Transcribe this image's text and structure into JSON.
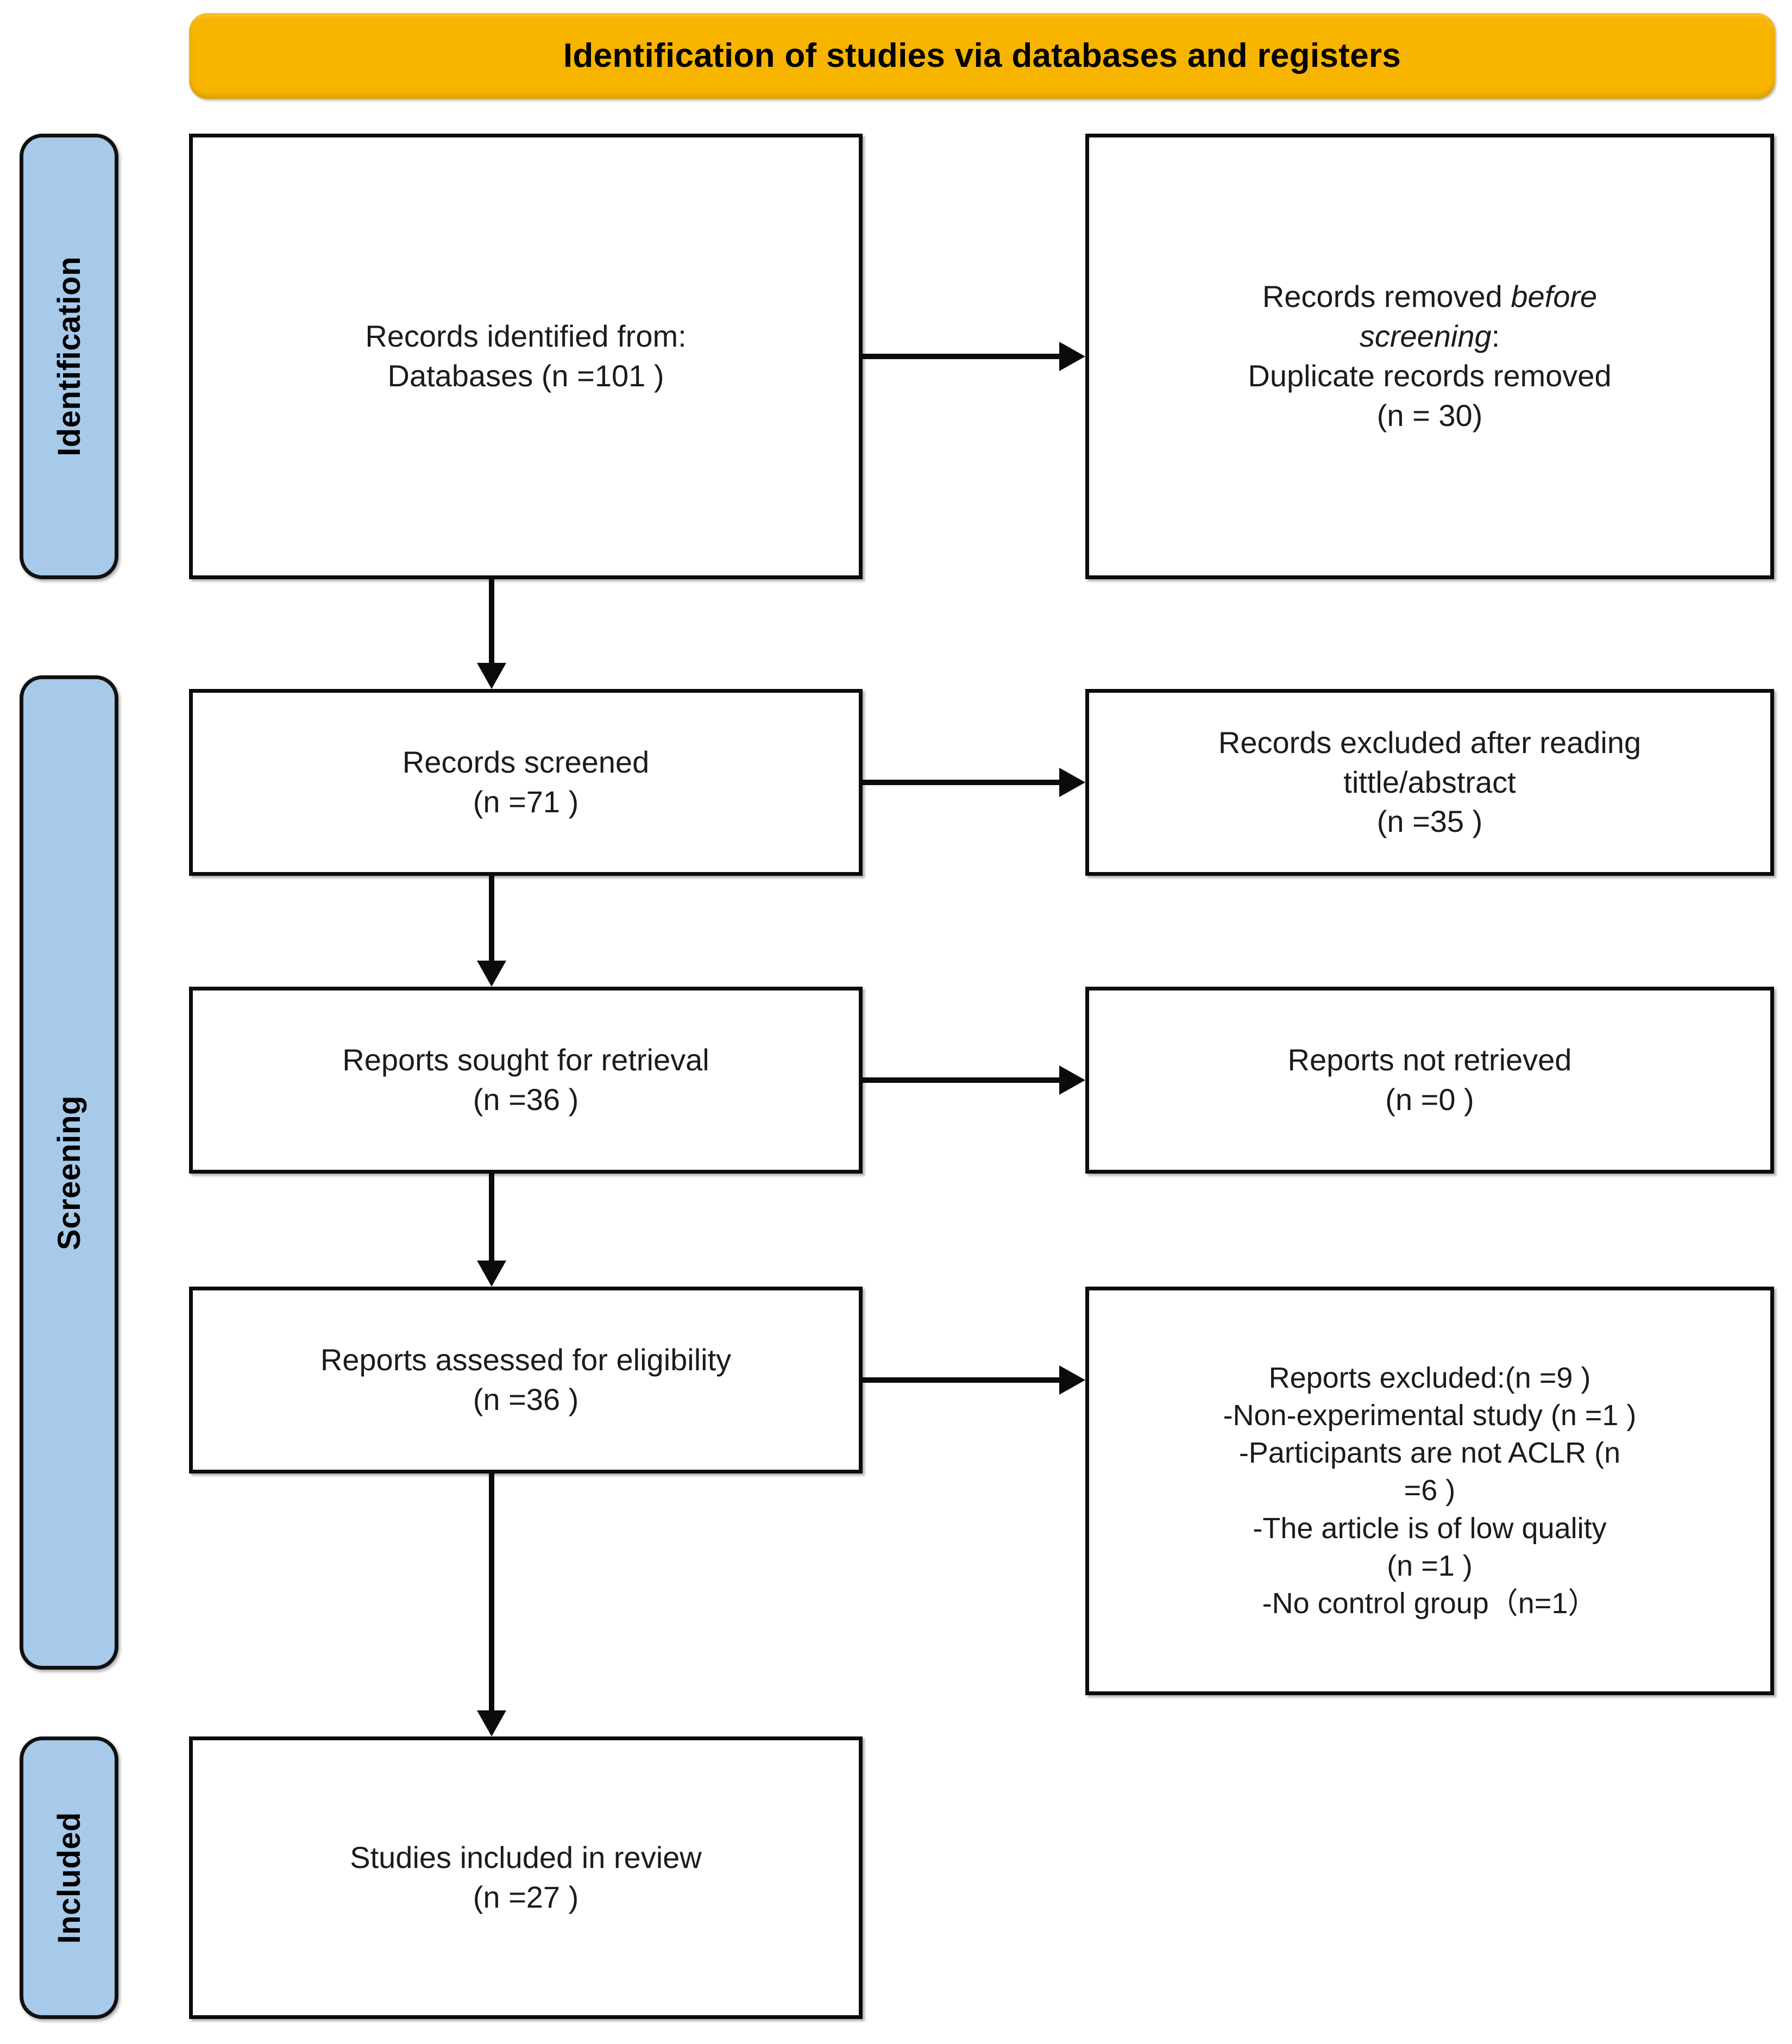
{
  "banner": {
    "title": "Identification of studies via databases and registers"
  },
  "colors": {
    "banner_fill": "#F7B500",
    "stage_fill": "#A7C9EA",
    "box_border": "#0B0B0B",
    "box_fill": "#FFFFFF",
    "text": "#1B1B1B"
  },
  "stages": [
    {
      "id": "identification",
      "label": "Identification"
    },
    {
      "id": "screening",
      "label": "Screening"
    },
    {
      "id": "included",
      "label": "Included"
    }
  ],
  "boxes": {
    "identified": {
      "line1": "Records identified from:",
      "line2": "Databases (n =101 )"
    },
    "removed": {
      "line1_prefix": "Records removed ",
      "line1_italic": "before",
      "line2_italic": "screening",
      "line2_suffix": ":",
      "line3": "Duplicate records removed",
      "line4": "(n = 30)"
    },
    "screened": {
      "line1": "Records screened",
      "line2": "(n =71 )"
    },
    "excluded_title_abstract": {
      "line1": "Records excluded after reading",
      "line2": "tittle/abstract",
      "line3": "(n =35 )"
    },
    "sought": {
      "line1": "Reports sought for retrieval",
      "line2": "(n =36 )"
    },
    "not_retrieved": {
      "line1": "Reports not retrieved",
      "line2": "(n =0 )"
    },
    "assessed": {
      "line1": "Reports assessed  for eligibility",
      "line2": "(n =36 )"
    },
    "excluded_reports": {
      "line1": "Reports excluded:(n =9 )",
      "line2": "-Non-experimental study (n =1 )",
      "line3": "-Participants are not ACLR (n",
      "line4": "=6 )",
      "line5": "-The article is of low quality",
      "line6": "(n =1 )",
      "line7": "-No control group（n=1）"
    },
    "included": {
      "line1": "Studies included in review",
      "line2": "(n =27 )"
    }
  },
  "chart_data": {
    "type": "diagram",
    "title": "Identification of studies via databases and registers",
    "flow": [
      {
        "stage": "Identification",
        "node": "Records identified from: Databases",
        "n": 101
      },
      {
        "stage": "Identification",
        "node": "Records removed before screening: Duplicate records removed",
        "n": 30
      },
      {
        "stage": "Screening",
        "node": "Records screened",
        "n": 71
      },
      {
        "stage": "Screening",
        "node": "Records excluded after reading tittle/abstract",
        "n": 35
      },
      {
        "stage": "Screening",
        "node": "Reports sought for retrieval",
        "n": 36
      },
      {
        "stage": "Screening",
        "node": "Reports not retrieved",
        "n": 0
      },
      {
        "stage": "Screening",
        "node": "Reports assessed for eligibility",
        "n": 36
      },
      {
        "stage": "Screening",
        "node": "Reports excluded",
        "n": 9
      },
      {
        "stage": "Screening",
        "node": "Non-experimental study",
        "n": 1
      },
      {
        "stage": "Screening",
        "node": "Participants are not ACLR",
        "n": 6
      },
      {
        "stage": "Screening",
        "node": "The article is of low quality",
        "n": 1
      },
      {
        "stage": "Screening",
        "node": "No control group",
        "n": 1
      },
      {
        "stage": "Included",
        "node": "Studies included in review",
        "n": 27
      }
    ]
  }
}
